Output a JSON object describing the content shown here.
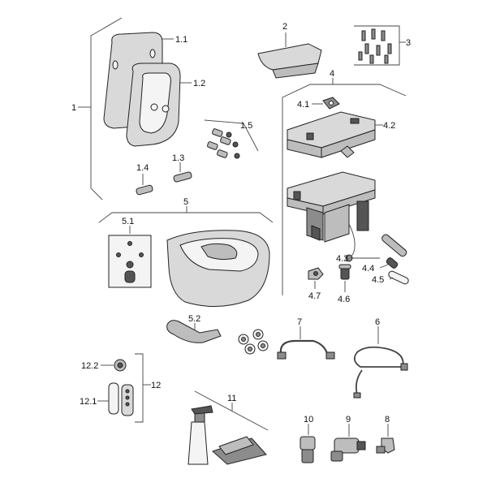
{
  "labels": {
    "l1": "1",
    "l1_1": "1.1",
    "l1_2": "1.2",
    "l1_3": "1.3",
    "l1_4": "1.4",
    "l1_5": "1.5",
    "l2": "2",
    "l3": "3",
    "l4": "4",
    "l4_1": "4.1",
    "l4_2": "4.2",
    "l4_3": "4.3",
    "l4_4": "4.4",
    "l4_5": "4.5",
    "l4_6": "4.6",
    "l4_7": "4.7",
    "l5": "5",
    "l5_1": "5.1",
    "l5_2": "5.2",
    "l6": "6",
    "l7": "7",
    "l8": "8",
    "l9": "9",
    "l10": "10",
    "l11": "11",
    "l12": "12",
    "l12_1": "12.1",
    "l12_2": "12.2"
  },
  "colors": {
    "line": "#444444",
    "part_fill": "#d9d9d9",
    "dark_fill": "#555555"
  },
  "icons": {
    "seat_cover": "toilet-lid-icon",
    "seat_ring": "toilet-seat-icon",
    "bowl": "wall-hung-bowl-icon",
    "remote": "remote-control-icon",
    "spray_bottle": "cleaning-spray-icon"
  }
}
